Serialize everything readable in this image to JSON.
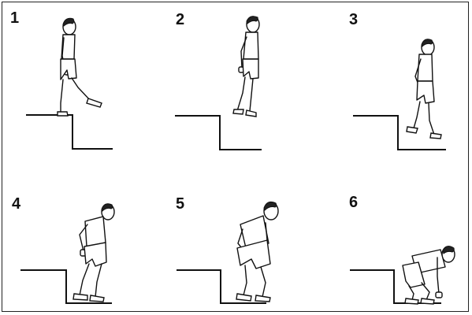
{
  "panels": [
    {
      "label": "1"
    },
    {
      "label": "2"
    },
    {
      "label": "3"
    },
    {
      "label": "4"
    },
    {
      "label": "5"
    },
    {
      "label": "6"
    }
  ],
  "colors": {
    "ink": "#111111",
    "background": "#ffffff",
    "frame": "#222222"
  },
  "icons": [
    "step-drawing",
    "person-figure"
  ]
}
